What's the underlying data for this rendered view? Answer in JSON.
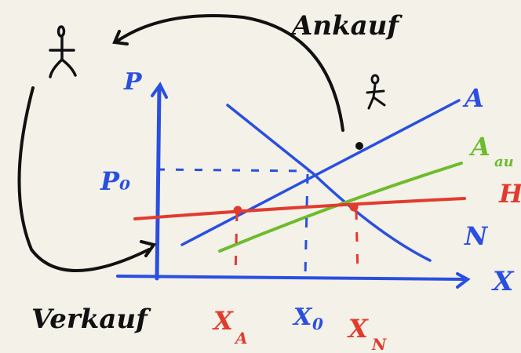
{
  "colors": {
    "background": "#f3f1e8",
    "axes": "#2a4fe0",
    "supply": "#2a4fe0",
    "demand": "#2a4fe0",
    "supply_abroad": "#6dbb2e",
    "world_price": "#e23b2e",
    "ink": "#111111"
  },
  "labels": {
    "buy": "Ankauf",
    "sell": "Verkauf",
    "p_axis": "P",
    "x_axis": "X",
    "p0": "P₀",
    "supply": "A",
    "supply_abroad": "A",
    "supply_abroad_sub": "au",
    "world_price": "H",
    "demand": "N",
    "x_a": "X",
    "x_a_sub": "A",
    "x_0": "X",
    "x_0_sub": "0",
    "x_n": "X",
    "x_n_sub": "N"
  },
  "icons": {
    "person_left": "stick-figure-icon",
    "person_right": "stick-figure-icon"
  }
}
